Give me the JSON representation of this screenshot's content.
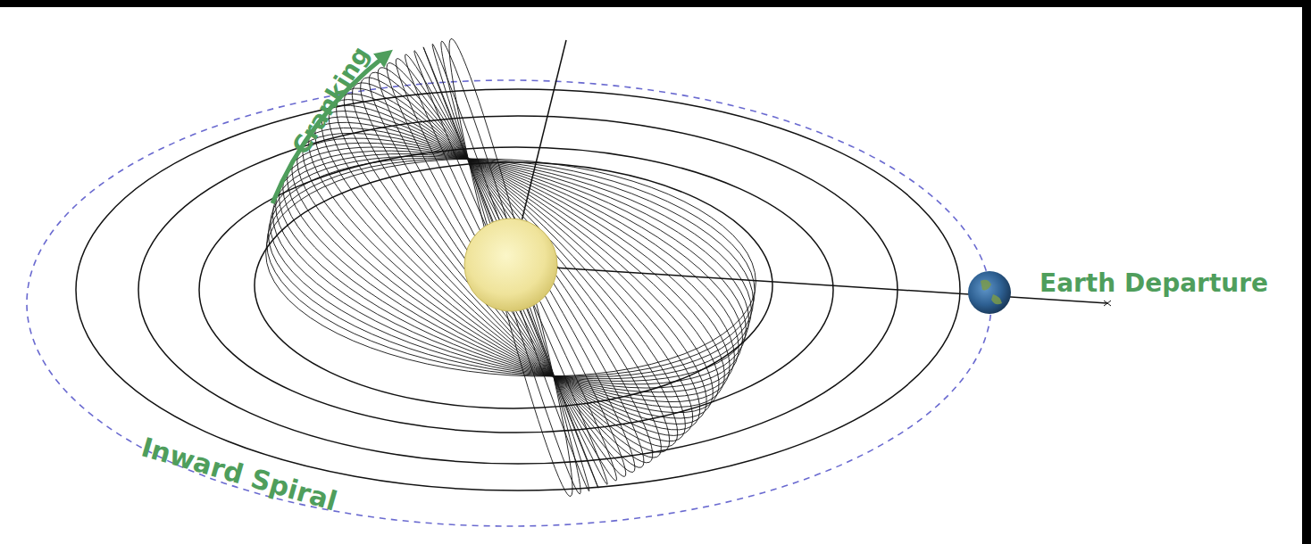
{
  "diagram": {
    "labels": [
      "Cranking",
      "Inward Spiral",
      "Earth Departure"
    ]
  }
}
